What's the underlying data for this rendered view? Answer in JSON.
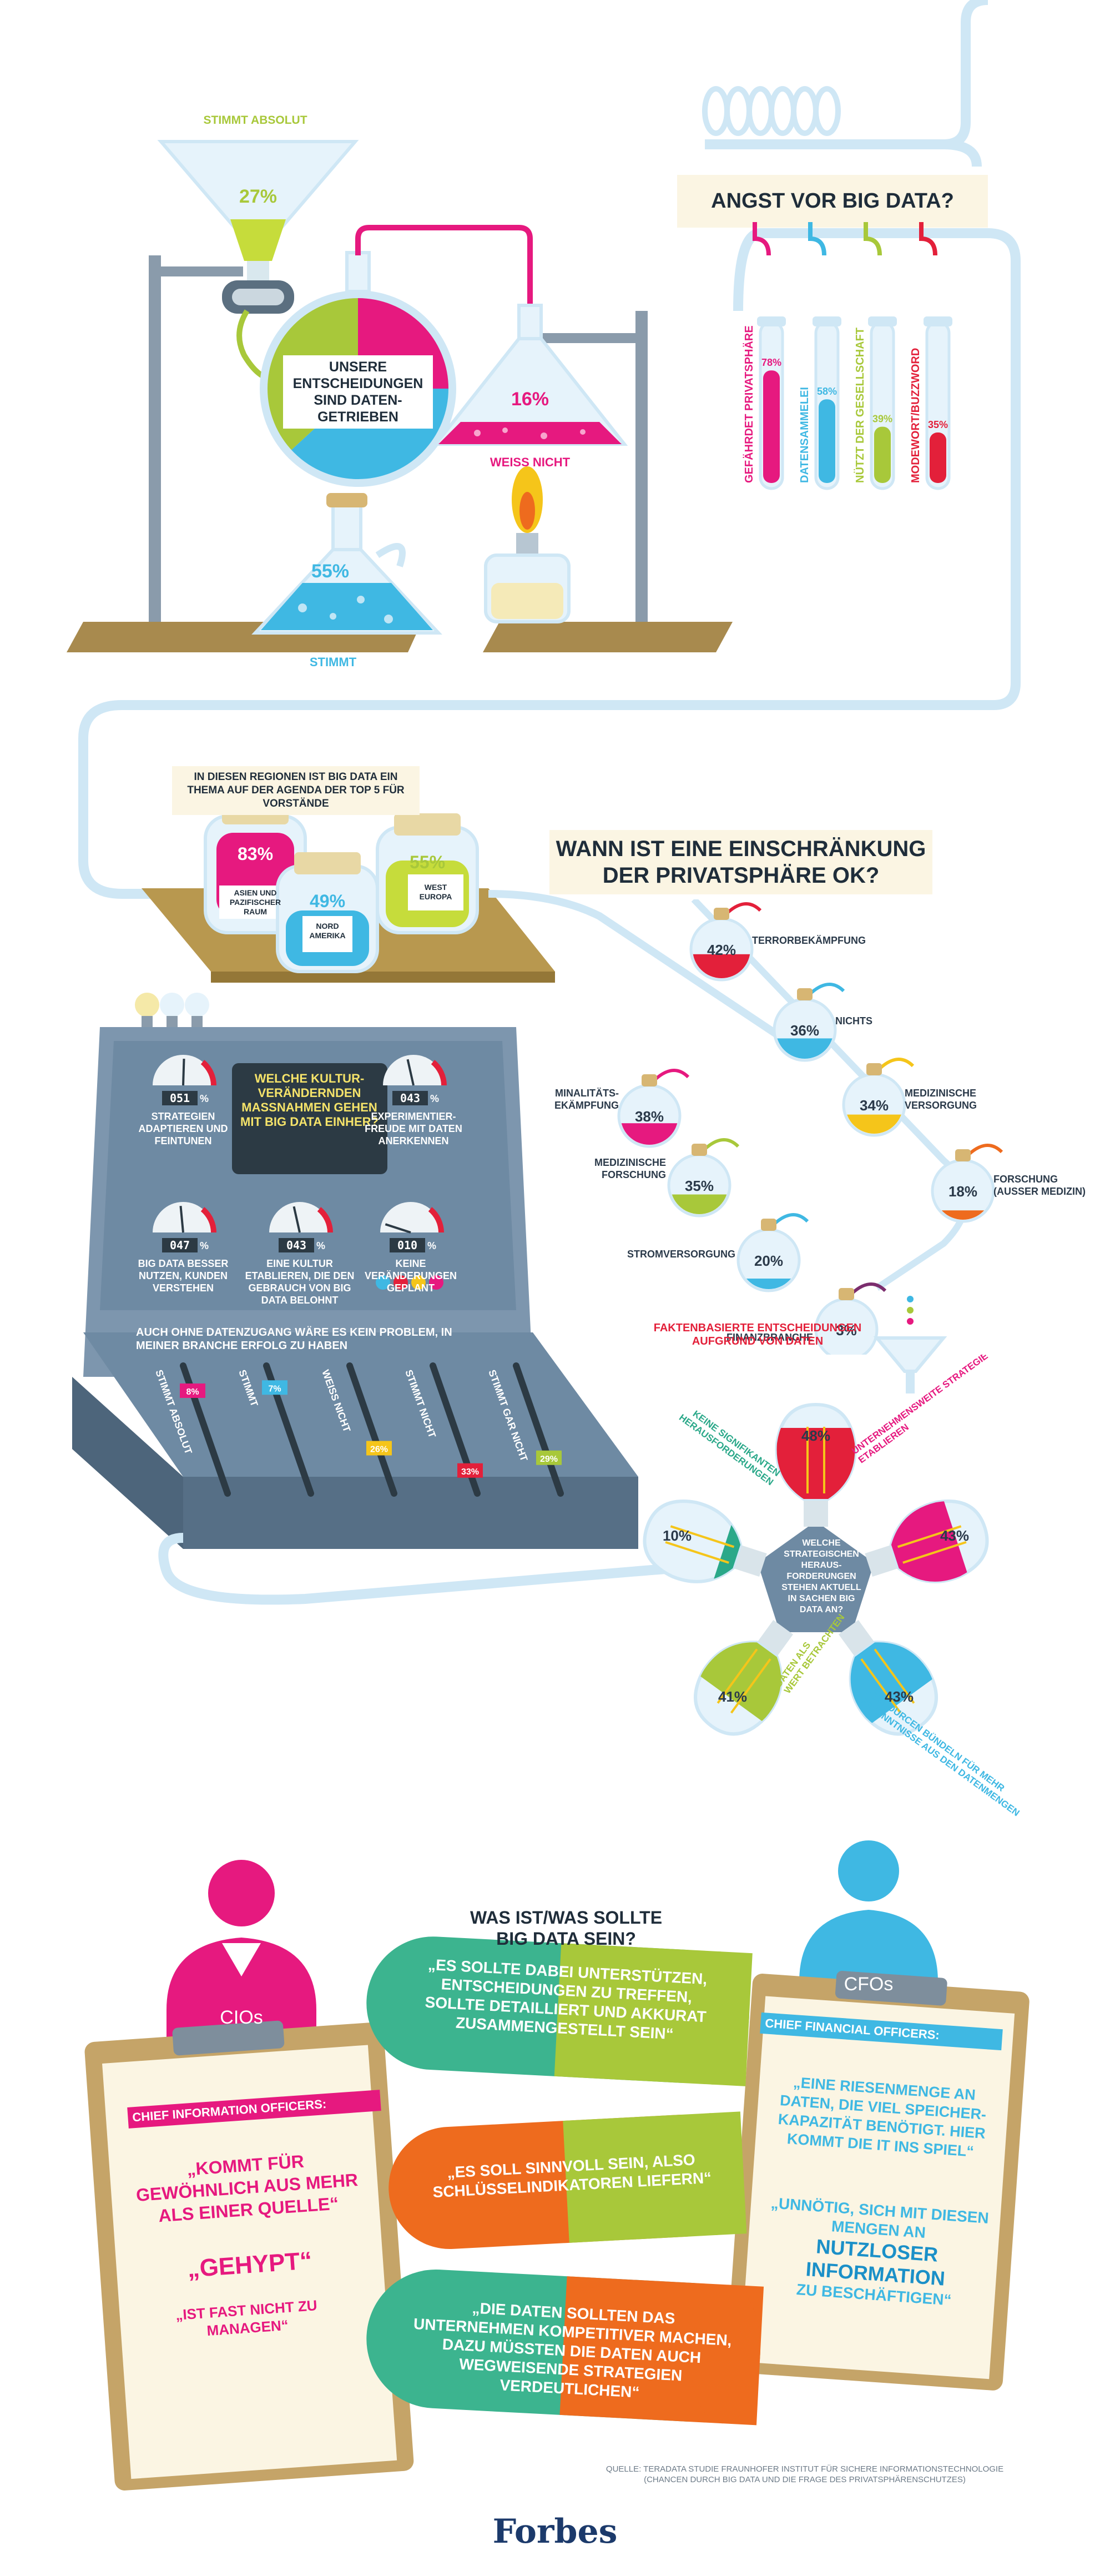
{
  "section1": {
    "stimmt_absolut_label": "STIMMT ABSOLUT",
    "stimmt_absolut_pct": "27%",
    "center_text": "UNSERE ENTSCHEIDUNGEN SIND DATEN- GETRIEBEN",
    "stimmt_label": "STIMMT",
    "stimmt_pct": "55%",
    "weiss_nicht_label": "WEISS NICHT",
    "weiss_nicht_pct": "16%"
  },
  "angst": {
    "title": "ANGST VOR BIG DATA?",
    "tubes": [
      {
        "label": "GEFÄHRDET PRIVATSPHÄRE",
        "pct": "78%",
        "value": 78,
        "color": "#e6197f"
      },
      {
        "label": "DATENSAMMELEI",
        "pct": "58%",
        "value": 58,
        "color": "#3fb8e3"
      },
      {
        "label": "NÜTZT DER GESELLSCHAFT",
        "pct": "39%",
        "value": 39,
        "color": "#a8c83a"
      },
      {
        "label": "MODEWORT/BUZZWORD",
        "pct": "35%",
        "value": 35,
        "color": "#e3203a"
      }
    ]
  },
  "regions": {
    "title": "IN DIESEN REGIONEN IST BIG DATA EIN THEMA AUF DER AGENDA DER TOP 5 FÜR VORSTÄNDE",
    "jars": [
      {
        "pct": "83%",
        "label": "ASIEN UND PAZIFISCHER RAUM",
        "value": 83
      },
      {
        "pct": "49%",
        "label": "NORD AMERIKA",
        "value": 49
      },
      {
        "pct": "55%",
        "label": "WEST EUROPA",
        "value": 55
      }
    ]
  },
  "privacy": {
    "title": "WANN IST EINE EINSCHRÄNKUNG DER PRIVATSPHÄRE OK?",
    "items": [
      {
        "label": "TERRORBEKÄMPFUNG",
        "pct": "42%",
        "value": 42,
        "color": "#e3203a"
      },
      {
        "label": "NICHTS",
        "pct": "36%",
        "value": 36,
        "color": "#3fb8e3"
      },
      {
        "label": "KRIMINALITÄTS- BEKÄMPFUNG",
        "pct": "38%",
        "value": 38,
        "color": "#e6197f"
      },
      {
        "label": "MEDIZINISCHE VERSORGUNG",
        "pct": "34%",
        "value": 34,
        "color": "#f5c51a"
      },
      {
        "label": "MEDIZINISCHE FORSCHUNG",
        "pct": "35%",
        "value": 35,
        "color": "#a8c83a"
      },
      {
        "label": "FORSCHUNG (AUSSER MEDIZIN)",
        "pct": "18%",
        "value": 18,
        "color": "#ee6b1e"
      },
      {
        "label": "STROMVERSORGUNG",
        "pct": "20%",
        "value": 20,
        "color": "#3fb8e3"
      },
      {
        "label": "FINANZBRANCHE",
        "pct": "3%",
        "value": 3,
        "color": "#7b2d6e"
      }
    ]
  },
  "machine": {
    "screen_text": "WELCHE KULTUR- VERÄNDERNDEN MAßNAHMEN GEHEN MIT BIG DATA EINHER?",
    "gauges": [
      {
        "digits": "051",
        "label": "STRATEGIEN ADAPTIEREN UND FEINTUNEN",
        "value": 51
      },
      {
        "digits": "043",
        "label": "EXPERIMENTIER- FREUDE MIT DATEN ANERKENNEN",
        "value": 43
      },
      {
        "digits": "047",
        "label": "BIG DATA BESSER NUTZEN, KUNDEN VERSTEHEN",
        "value": 47
      },
      {
        "digits": "043",
        "label": "EINE KULTUR ETABLIEREN, DIE DEN GEBRAUCH VON BIG DATA BELOHNT",
        "value": 43
      },
      {
        "digits": "010",
        "label": "KEINE VERÄNDERUNGEN GEPLANT",
        "value": 10
      }
    ],
    "pct_sign": "%",
    "statement": "AUCH OHNE DATENZUGANG WÄRE ES KEIN PROBLEM, IN MEINER BRANCHE ERFOLG ZU HABEN",
    "sliders": [
      {
        "label": "STIMMT ABSOLUT",
        "pct": "8%",
        "value": 8,
        "color": "#e6197f"
      },
      {
        "label": "STIMMT",
        "pct": "7%",
        "value": 7,
        "color": "#3fb8e3"
      },
      {
        "label": "WEISS NICHT",
        "pct": "26%",
        "value": 26,
        "color": "#f5c51a"
      },
      {
        "label": "STIMMT NICHT",
        "pct": "33%",
        "value": 33,
        "color": "#e3203a"
      },
      {
        "label": "STIMMT GAR NICHT",
        "pct": "29%",
        "value": 29,
        "color": "#a8c83a"
      }
    ]
  },
  "challenges": {
    "title": "FAKTENBASIERTE ENTSCHEIDUNGEN AUFGRUND VON DATEN",
    "center": "WELCHE STRATEGISCHEN HERAUS- FORDERUNGEN STEHEN AKTUELL IN SACHEN BIG DATA AN?",
    "items": [
      {
        "label": "FAKTENBASIERTE ENTSCHEIDUNGEN AUFGRUND VON DATEN",
        "pct": "48%",
        "value": 48,
        "color": "#e3203a"
      },
      {
        "label": "UNTERNEHMENSWEITE STRATEGIE ETABLIEREN",
        "pct": "43%",
        "value": 43,
        "color": "#e6197f"
      },
      {
        "label": "RESSOURCEN BÜNDELN FÜR MEHR ERKENNTNISSE AUS DEN DATENMENGEN",
        "pct": "43%",
        "value": 43,
        "color": "#3fb8e3"
      },
      {
        "label": "DATEN ALS WERT BETRACHTEN",
        "pct": "41%",
        "value": 41,
        "color": "#a8c83a"
      },
      {
        "label": "KEINE SIGNIFIKANTEN HERAUSFORDERUNGEN",
        "pct": "10%",
        "value": 10,
        "color": "#2aa889"
      }
    ]
  },
  "bigdata": {
    "title_line1": "WAS IST/WAS SOLLTE",
    "title_line2": "BIG DATA SEIN?",
    "cio_label": "CIOs",
    "cfo_label": "CFOs",
    "cio_header": "CHIEF INFORMATION OFFICERS:",
    "cfo_header": "CHIEF FINANCIAL OFFICERS:",
    "cio_quotes": [
      "„KOMMT FÜR GEWÖHNLICH AUS MEHR ALS EINER QUELLE“",
      "„GEHYPT“",
      "„IST FAST NICHT ZU MANAGEN“"
    ],
    "cfo_quote1": "„EINE RIESENMENGE AN DATEN, DIE VIEL SPEICHER- KAPAZITÄT BENÖTIGT. HIER KOMMT DIE IT INS SPIEL“",
    "cfo_quote2a": "„UNNÖTIG, SICH MIT DIESEN MENGEN AN",
    "cfo_quote2b": "NUTZLOSER INFORMATION",
    "cfo_quote2c": "ZU BESCHÄFTIGEN“",
    "pills": [
      "„ES SOLLTE DABEI UNTERSTÜTZEN, ENTSCHEIDUNGEN ZU TREFFEN, SOLLTE DETAILLIERT UND AKKURAT ZUSAMMENGESTELLT SEIN“",
      "„ES SOLL SINNVOLL SEIN, ALSO SCHLÜSSELINDIKATOREN LIEFERN“",
      "„DIE DATEN SOLLTEN DAS UNTERNEHMEN KOMPETITIVER MACHEN, DAZU MÜSSTEN DIE DATEN AUCH WEGWEISENDE STRATEGIEN VERDEUTLICHEN“"
    ]
  },
  "footer": {
    "source_line1": "QUELLE: TERADATA STUDIE FRAUNHOFER INSTITUT FÜR SICHERE INFORMATIONSTECHNOLOGIE",
    "source_line2": "(CHANCEN DURCH BIG DATA UND DIE FRAGE DES PRIVATSPHÄRENSCHUTZES)",
    "logo": "Forbes"
  },
  "colors": {
    "pink": "#e6197f",
    "blue": "#3fb8e3",
    "green": "#a8c83a",
    "red": "#e3203a",
    "yellow": "#f5c51a",
    "orange": "#ee6b1e",
    "teal": "#2aa889",
    "steel": "#6e8aa3",
    "wood": "#a88a4e"
  }
}
